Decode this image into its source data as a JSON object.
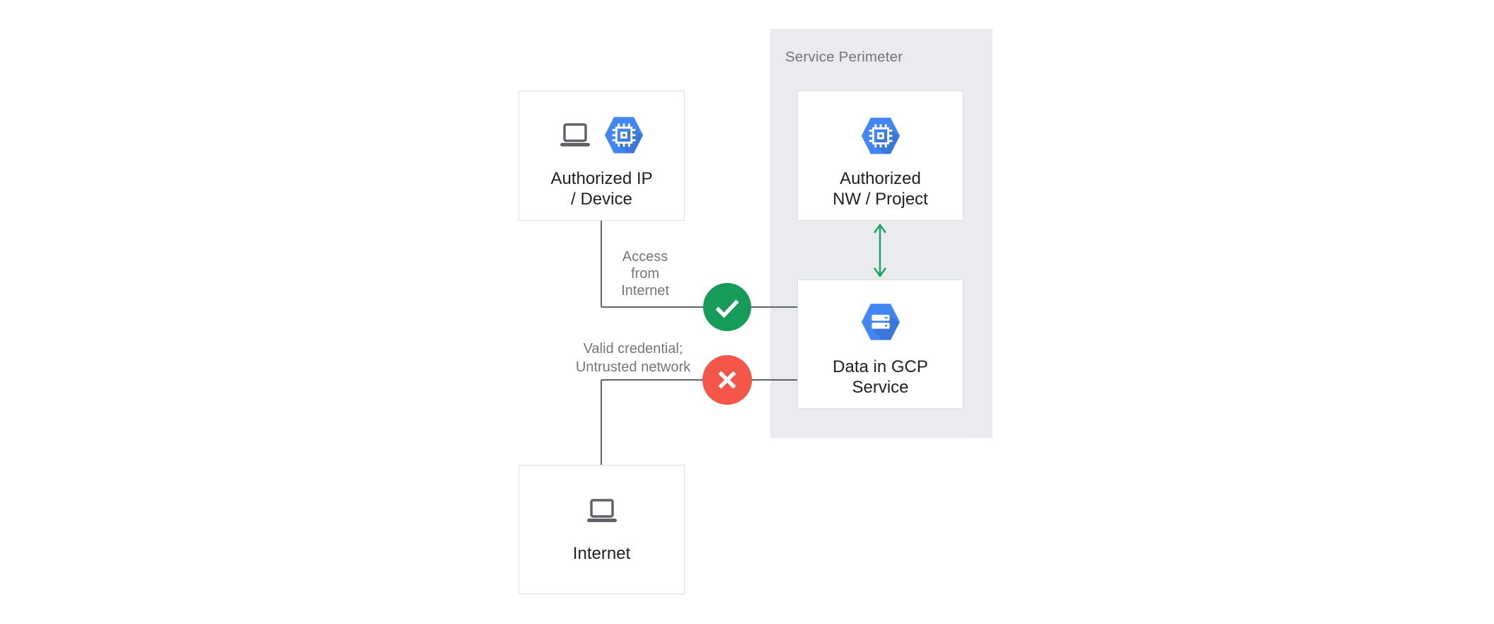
{
  "colors": {
    "background": "#FFFFFF",
    "perimeter_fill": "#E9EBEE",
    "node_border": "#DCDDDE",
    "connector_gray": "#5F6368",
    "text_dark": "#212121",
    "text_gray": "#757575",
    "gcp_blue": "#4285F4",
    "allowed_green": "#169C58",
    "blocked_red": "#F4564A",
    "laptop_gray": "#5F6368"
  },
  "perimeter": {
    "label": "Service Perimeter"
  },
  "nodes": {
    "authorized_ip_device": {
      "label": "Authorized IP\n/ Device",
      "icons": [
        "laptop-icon",
        "compute-engine-hexagon-icon"
      ]
    },
    "authorized_nw_project": {
      "label": "Authorized\nNW / Project",
      "icons": [
        "compute-engine-hexagon-icon"
      ]
    },
    "data_in_gcp_service": {
      "label": "Data in GCP\nService",
      "icons": [
        "cloud-storage-hexagon-icon"
      ]
    },
    "internet": {
      "label": "Internet",
      "icons": [
        "laptop-icon"
      ]
    }
  },
  "edges": {
    "access_from_internet": {
      "label": "Access\nfrom\nInternet",
      "status": "allowed",
      "status_icon": "check-icon"
    },
    "valid_credential_untrusted": {
      "label": "Valid credential;\nUntrusted network",
      "status": "blocked",
      "status_icon": "x-icon"
    }
  },
  "perimeter_link": {
    "status_icon": "bidirectional-arrow-icon"
  }
}
